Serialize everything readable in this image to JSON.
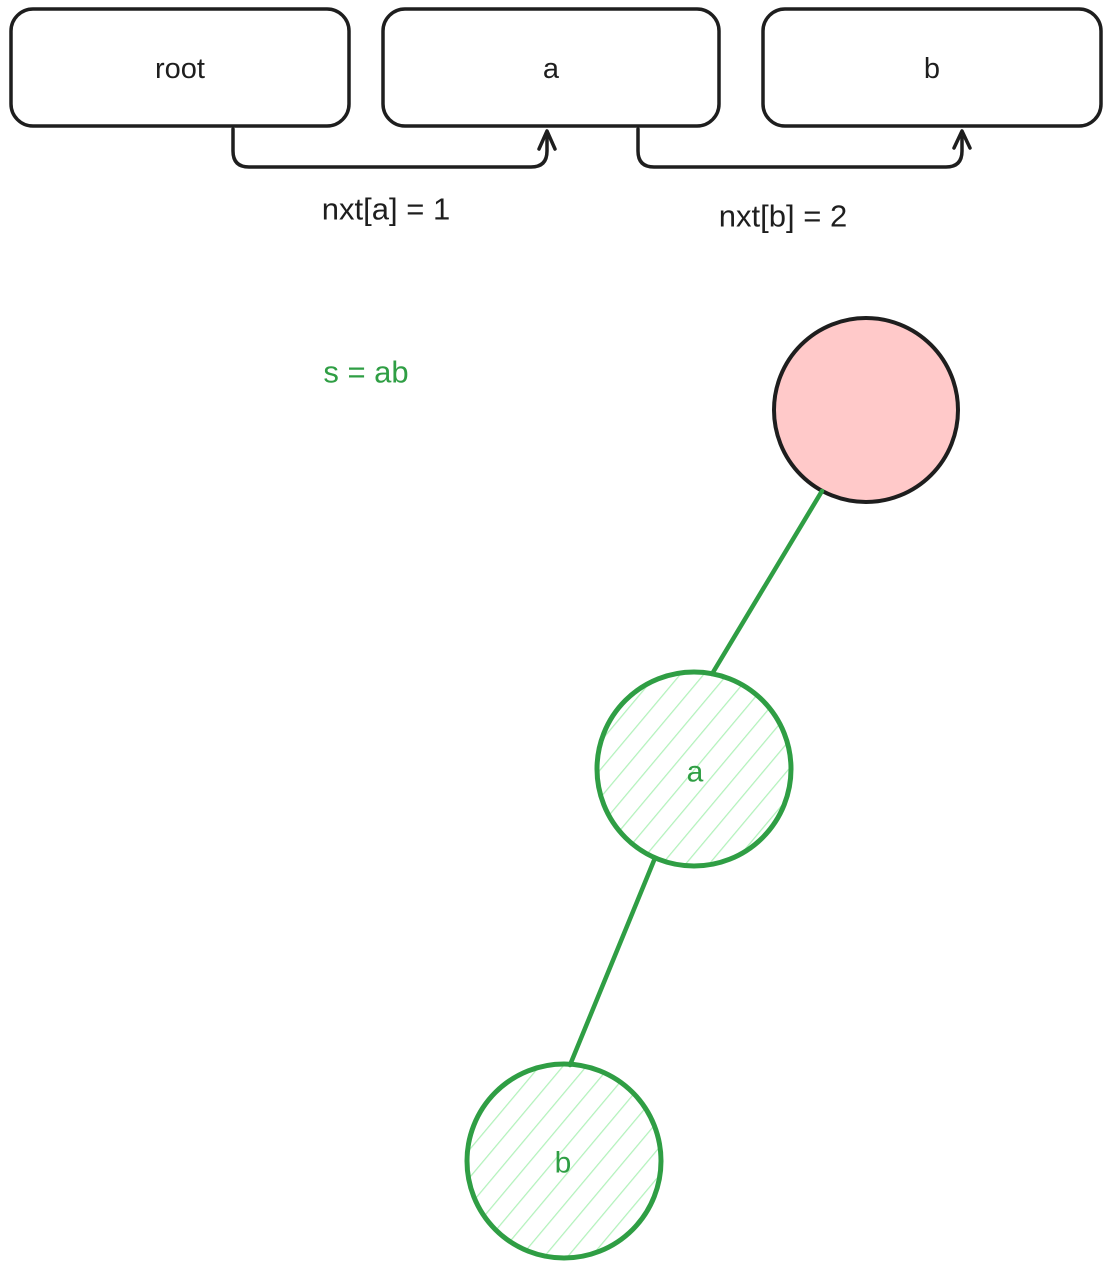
{
  "colors": {
    "ink": "#1e1e1e",
    "green": "#2f9e44",
    "green_light": "#b2f2bb",
    "pink": "#ffc9c9",
    "canvas_bg": "#ffffff"
  },
  "pointer_table": {
    "boxes": [
      {
        "label": "root"
      },
      {
        "label": "a"
      },
      {
        "label": "b"
      }
    ],
    "arrows": [
      {
        "label": "nxt[a] = 1"
      },
      {
        "label": "nxt[b] = 2"
      }
    ]
  },
  "annotation": {
    "text": "s = ab"
  },
  "trie": {
    "nodes": [
      {
        "id": "root",
        "label": "",
        "fill_style": "solid-pink"
      },
      {
        "id": "a",
        "label": "a",
        "fill_style": "green-hatch"
      },
      {
        "id": "b",
        "label": "b",
        "fill_style": "green-hatch"
      }
    ]
  }
}
